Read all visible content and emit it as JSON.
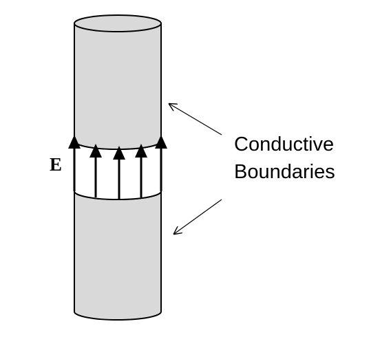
{
  "field_label": "E",
  "callout": {
    "line1": "Conductive",
    "line2": "Boundaries"
  },
  "colors": {
    "conductor_fill": "#d9d9d9",
    "gap_fill": "#ffffff",
    "outline": "#000000",
    "pointer": "#000000"
  }
}
